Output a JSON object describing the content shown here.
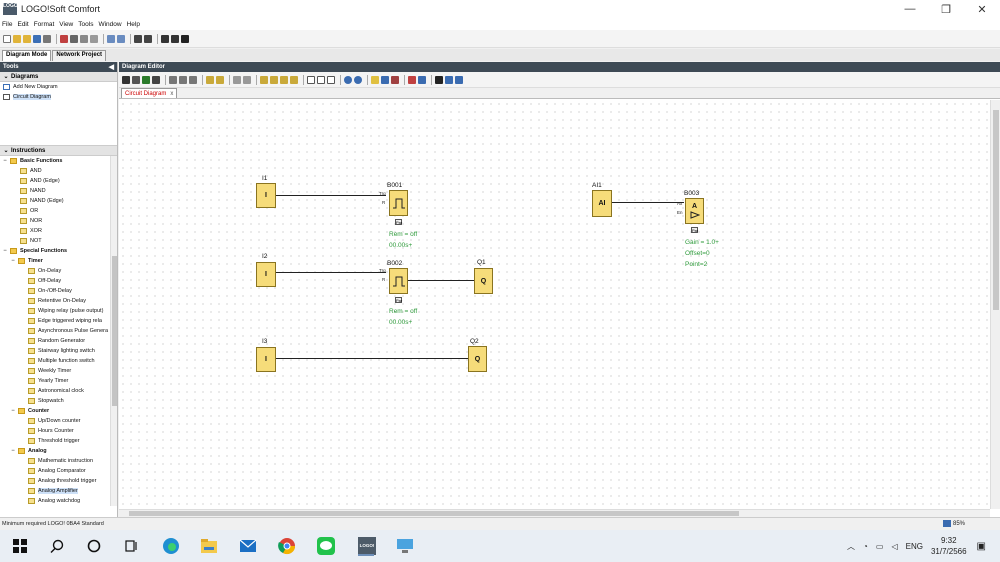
{
  "window": {
    "title": "LOGO!Soft Comfort",
    "logo_text": "LOGO!"
  },
  "menu": [
    "File",
    "Edit",
    "Format",
    "View",
    "Tools",
    "Window",
    "Help"
  ],
  "mode_tabs": [
    "Diagram Mode",
    "Network Project"
  ],
  "tools_panel": {
    "title": "Tools",
    "diagrams_header": "Diagrams",
    "diagrams": [
      "Add New Diagram",
      "Circuit Diagram"
    ],
    "instructions_header": "Instructions",
    "basic_functions": {
      "label": "Basic Functions",
      "items": [
        "AND",
        "AND (Edge)",
        "NAND",
        "NAND (Edge)",
        "OR",
        "NOR",
        "XOR",
        "NOT"
      ]
    },
    "special_functions": {
      "label": "Special Functions"
    },
    "timer": {
      "label": "Timer",
      "items": [
        "On-Delay",
        "Off-Delay",
        "On-/Off-Delay",
        "Retentive On-Delay",
        "Wiping relay (pulse output)",
        "Edge triggered wiping rela",
        "Asynchronous Pulse Genera",
        "Random Generator",
        "Stairway lighting switch",
        "Multiple function switch",
        "Weekly Timer",
        "Yearly Timer",
        "Astronomical clock",
        "Stopwatch"
      ]
    },
    "counter": {
      "label": "Counter",
      "items": [
        "Up/Down counter",
        "Hours Counter",
        "Threshold trigger"
      ]
    },
    "analog": {
      "label": "Analog",
      "items": [
        "Mathematic instruction",
        "Analog Comparator",
        "Analog threshold trigger",
        "Analog Amplifier",
        "Analog watchdog"
      ]
    }
  },
  "editor": {
    "title": "Diagram Editor",
    "tab": "Circuit Diagram",
    "tab_close": "x"
  },
  "diagram": {
    "inputs": [
      {
        "label": "I1",
        "text": "I"
      },
      {
        "label": "I2",
        "text": "I"
      },
      {
        "label": "I3",
        "text": "I"
      },
      {
        "label": "AI1",
        "text": "AI"
      }
    ],
    "outputs": [
      {
        "label": "Q1",
        "text": "Q"
      },
      {
        "label": "Q2",
        "text": "Q"
      }
    ],
    "blocks": {
      "b001": {
        "label": "B001",
        "pins": [
          "Trg",
          "R"
        ],
        "params": [
          "Rem = off",
          "00.00s+"
        ],
        "par": "Par"
      },
      "b002": {
        "label": "B002",
        "pins": [
          "Trg",
          "R"
        ],
        "params": [
          "Rem = off",
          "00.00s+"
        ],
        "par": "Par"
      },
      "b003": {
        "label": "B003",
        "pins": [
          "Ax",
          "En"
        ],
        "glyph": "A",
        "params": [
          "Gain = 1.0+",
          "Offset=0",
          "Point=2"
        ],
        "par": "Par"
      }
    }
  },
  "status": {
    "text": "Minimum required LOGO! 0BA4 Standard",
    "zoom": "85%"
  },
  "taskbar": {
    "language": "ENG",
    "time": "9:32",
    "date": "31/7/2566",
    "logo_app_text": "LOGO!"
  },
  "colors": {
    "block_fill": "#f6dc7a",
    "param_text": "#2d9a3a",
    "panel_header": "#3e4a55"
  }
}
